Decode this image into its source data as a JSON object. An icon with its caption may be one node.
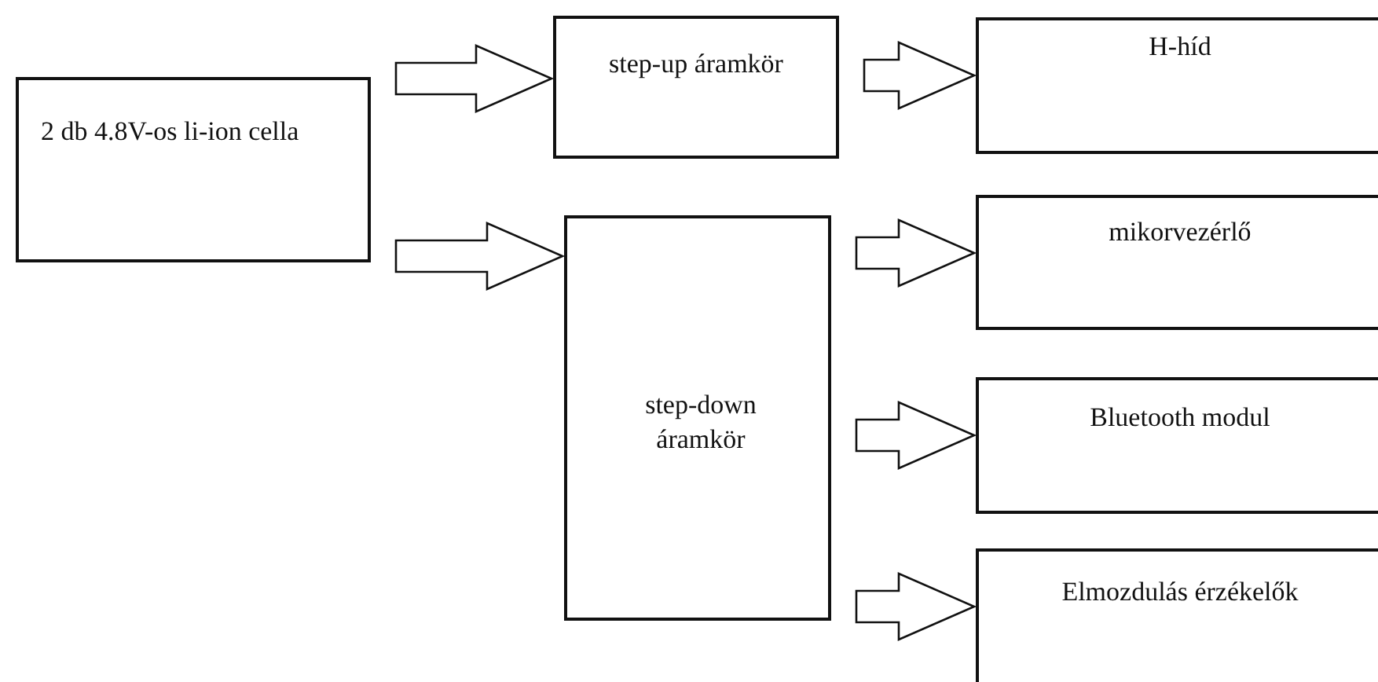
{
  "diagram": {
    "nodes": [
      {
        "text": [
          "2 db 4.8V-os li-ion cella"
        ]
      },
      {
        "text": [
          "step-up áramkör"
        ]
      },
      {
        "text": [
          "step-down áramkör"
        ]
      },
      {
        "text": [
          "H-híd"
        ]
      },
      {
        "text": [
          "mikorvezérlő"
        ]
      },
      {
        "text": [
          "Bluetooth modul"
        ]
      },
      {
        "text": [
          "Elmozdulás érzékelők"
        ]
      }
    ],
    "edges": [
      {
        "from": 0,
        "to": 1,
        "arrow": "to"
      },
      {
        "from": 0,
        "to": 2,
        "arrow": "to"
      },
      {
        "from": 1,
        "to": 3,
        "arrow": "to"
      },
      {
        "from": 2,
        "to": 4,
        "arrow": "to"
      },
      {
        "from": 2,
        "to": 5,
        "arrow": "to"
      },
      {
        "from": 2,
        "to": 6,
        "arrow": "to"
      }
    ]
  }
}
